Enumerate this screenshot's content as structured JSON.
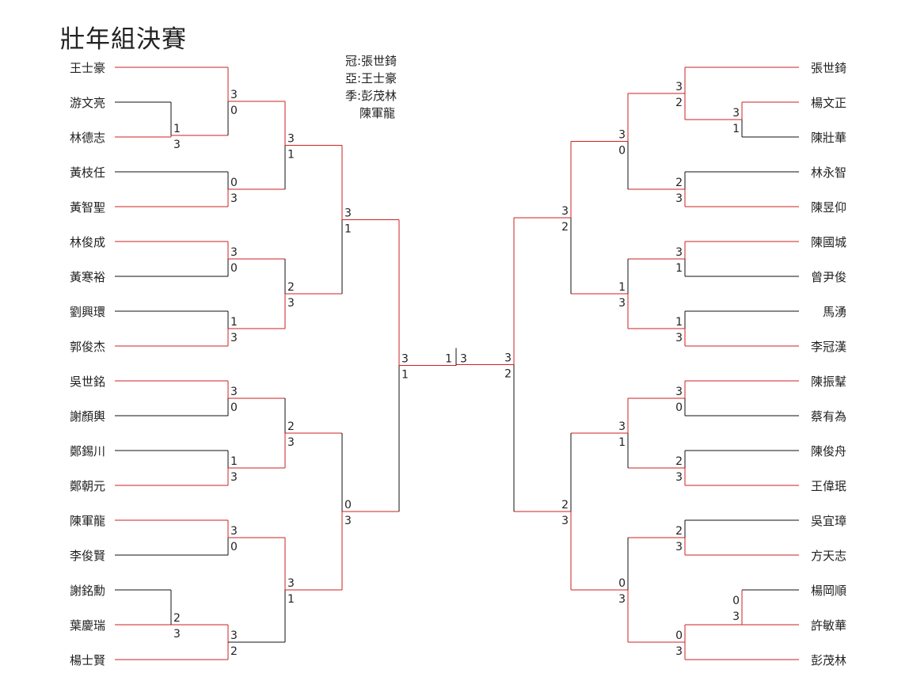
{
  "title": "壯年組決賽",
  "results": {
    "champion": "冠:張世錡",
    "runner_up": "亞:王士豪",
    "third_1": "季:彭茂林",
    "third_2": "陳軍龍"
  },
  "colors": {
    "winner": "#cc2222",
    "loser": "#111111"
  },
  "left_players": [
    "王士豪",
    "游文亮",
    "林德志",
    "黃枝任",
    "黃智聖",
    "林俊成",
    "黃寒裕",
    "劉興環",
    "郭俊杰",
    "吳世銘",
    "謝顏輿",
    "鄭錫川",
    "鄭朝元",
    "陳軍龍",
    "李俊賢",
    "謝銘勳",
    "葉慶瑞",
    "楊士賢"
  ],
  "right_players": [
    "張世錡",
    "楊文正",
    "陳壯華",
    "林永智",
    "陳昱仰",
    "陳國城",
    "曾尹俊",
    "馬湧",
    "李冠漢",
    "陳振鞤",
    "蔡有為",
    "陳俊舟",
    "王偉珉",
    "吳宜璋",
    "方天志",
    "楊岡順",
    "許敏華",
    "彭茂林"
  ],
  "final_scores": [
    "1",
    "3"
  ]
}
